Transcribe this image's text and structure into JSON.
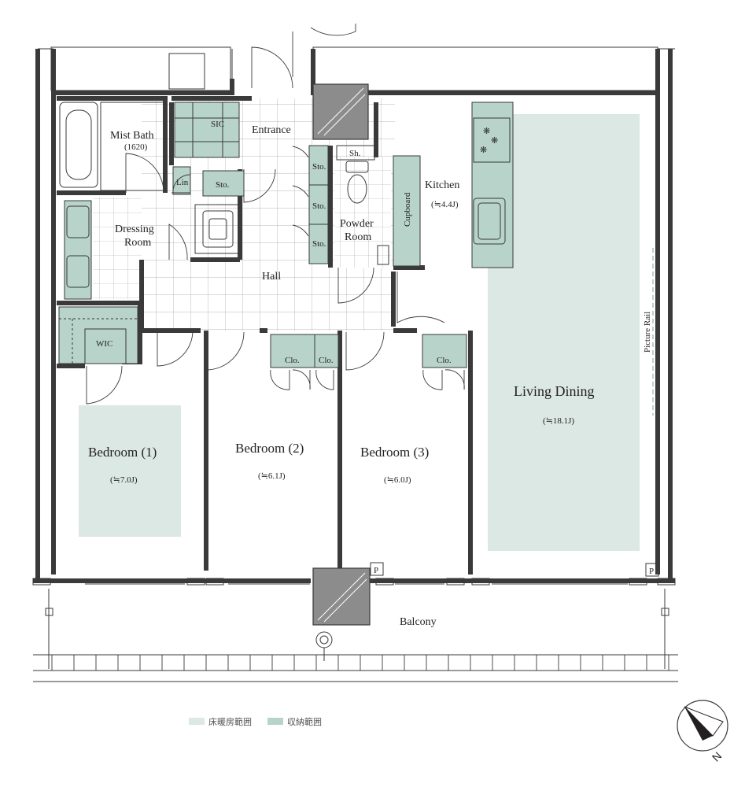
{
  "rooms": {
    "mist_bath": {
      "name": "Mist Bath",
      "size": "(1620)"
    },
    "sic": "SIC",
    "entrance": "Entrance",
    "lin": "Lin",
    "sto_hall": "Sto.",
    "sto_a": "Sto.",
    "sto_b": "Sto.",
    "sto_c": "Sto.",
    "shower": "Sh.",
    "dressing": {
      "line1": "Dressing",
      "line2": "Room"
    },
    "powder": {
      "line1": "Powder",
      "line2": "Room"
    },
    "cupboard": "Cupboard",
    "kitchen": {
      "name": "Kitchen",
      "size": "(≒4.4J)"
    },
    "hall": "Hall",
    "wic": "WIC",
    "clo_a": "Clo.",
    "clo_b": "Clo.",
    "clo_c": "Clo.",
    "bedroom1": {
      "name": "Bedroom (1)",
      "size": "(≒7.0J)"
    },
    "bedroom2": {
      "name": "Bedroom (2)",
      "size": "(≒6.1J)"
    },
    "bedroom3": {
      "name": "Bedroom (3)",
      "size": "(≒6.0J)"
    },
    "living": {
      "name": "Living Dining",
      "size": "(≒18.1J)"
    },
    "picture_rail": "Picture Rail",
    "balcony": "Balcony",
    "p_mark_a": "P",
    "p_mark_b": "P"
  },
  "legend": [
    {
      "label": "床暖房範囲",
      "color": "#dbe8e4"
    },
    {
      "label": "収納範囲",
      "color": "#b7d3ca"
    }
  ],
  "compass": {
    "label": "N"
  },
  "colors": {
    "floor_heating": "#dbe8e4",
    "storage": "#b7d3ca",
    "wall": "#3a3a3a",
    "shaft": "#8c8c8c"
  }
}
